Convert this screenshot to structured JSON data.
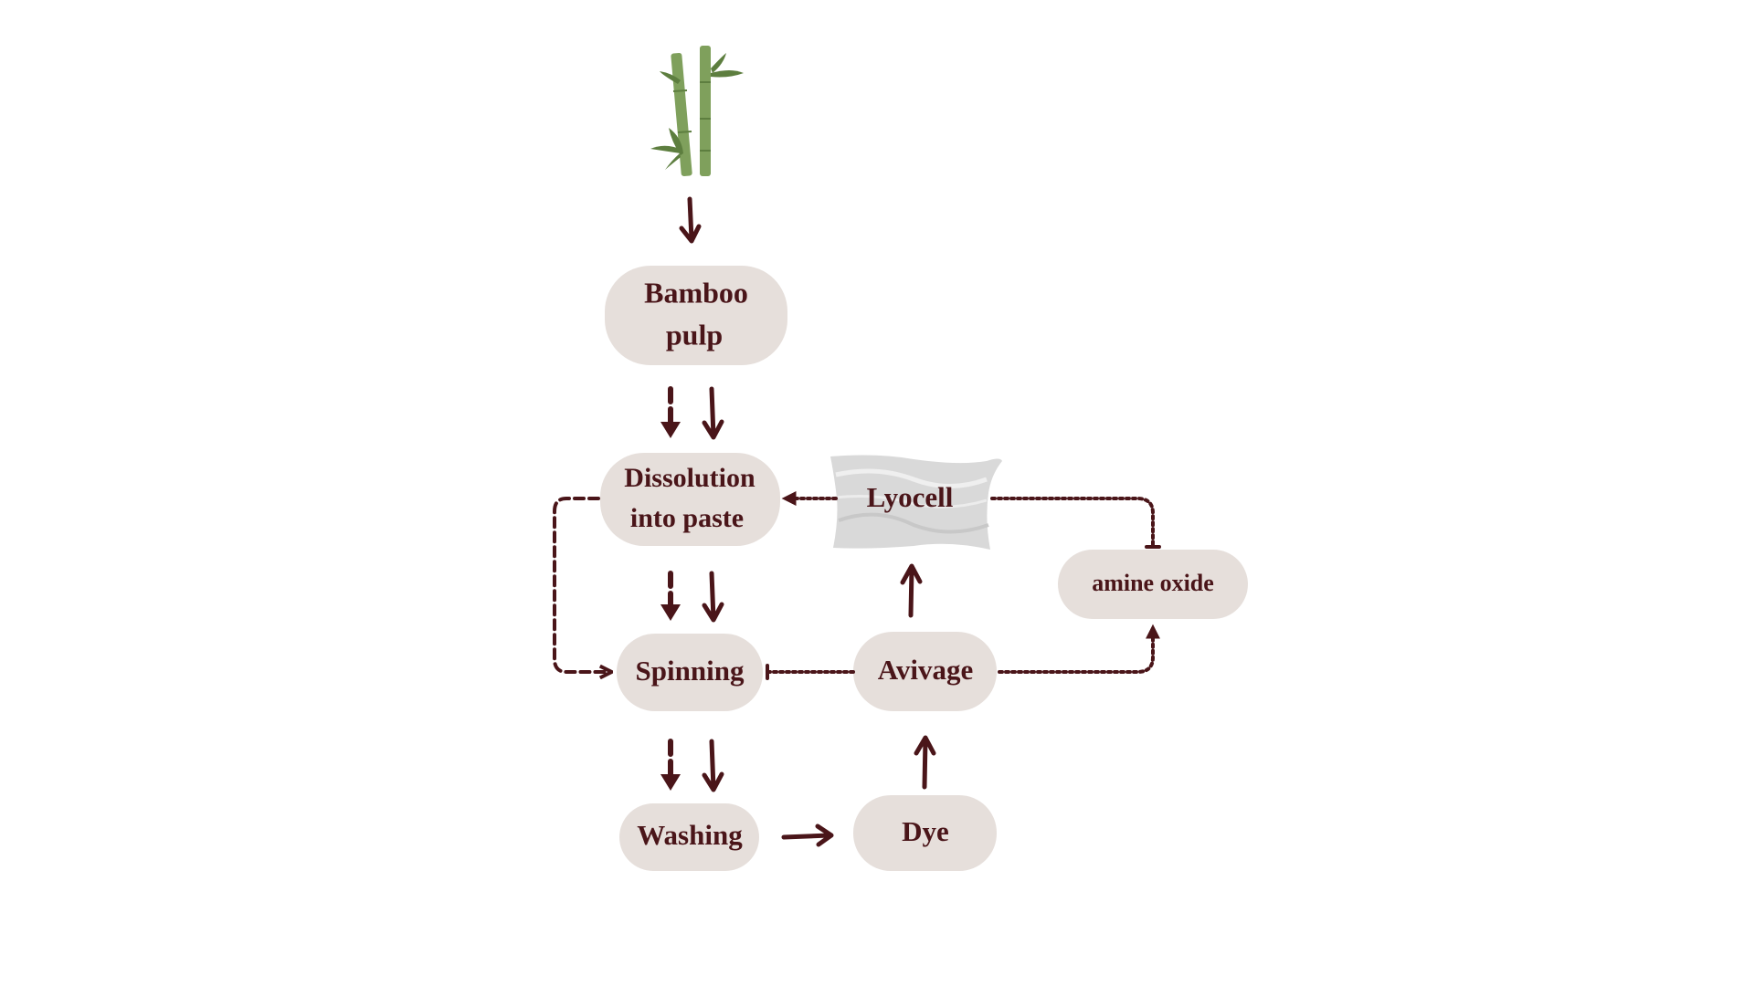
{
  "diagram": {
    "icons": {
      "source": "bamboo-icon",
      "product": "fabric-cloth-icon"
    },
    "colors": {
      "node_fill": "#e6dfdb",
      "ink": "#4a1519",
      "bamboo": "#7fa05c",
      "cloth": "#d9d9d9"
    },
    "nodes": {
      "bamboo_pulp": {
        "line1": "Bamboo",
        "line2": "pulp"
      },
      "dissolution": {
        "line1": "Dissolution",
        "line2": "into paste"
      },
      "lyocell": "Lyocell",
      "amine_oxide": "amine oxide",
      "spinning": "Spinning",
      "avivage": "Avivage",
      "washing": "Washing",
      "dye": "Dye"
    }
  }
}
